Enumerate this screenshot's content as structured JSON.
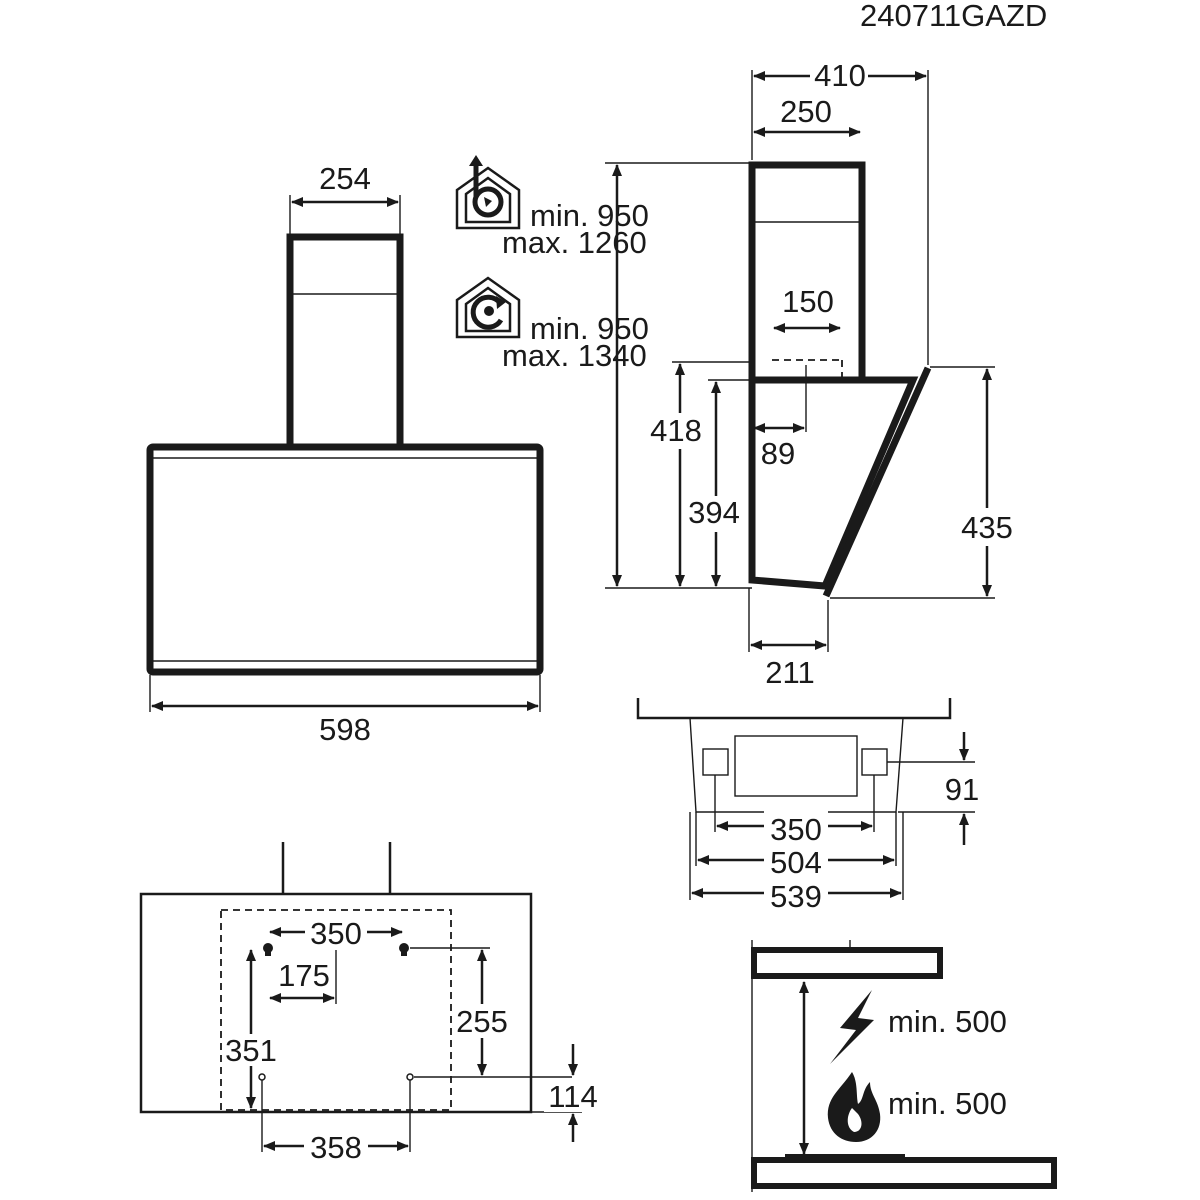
{
  "doc_code": "240711GAZD",
  "front_view": {
    "chimney_width": "254",
    "hood_width": "598"
  },
  "ducting": {
    "extraction_min": "min. 950",
    "extraction_max": "max. 1260",
    "recirculation_min": "min. 950",
    "recirculation_max": "max. 1340",
    "extraction_icon": "house-fan-outlet-icon",
    "recirculation_icon": "house-fan-recirculation-icon"
  },
  "side_view": {
    "overall_depth": "410",
    "chimney_depth": "250",
    "outlet_diameter": "150",
    "outlet_offset": "89",
    "height_418": "418",
    "height_394": "394",
    "height_435": "435",
    "bottom_depth": "211"
  },
  "top_view": {
    "holes_spacing": "350",
    "inner_width": "504",
    "outer_width": "539",
    "depth": "91"
  },
  "wall_mount": {
    "upper_holes": "350",
    "half_spacing": "175",
    "vertical_351": "351",
    "vertical_255": "255",
    "lower_offset": "114",
    "lower_holes": "358"
  },
  "clearance": {
    "electric_min": "min. 500",
    "gas_min": "min. 500",
    "electric_icon": "lightning-icon",
    "gas_icon": "flame-icon"
  }
}
